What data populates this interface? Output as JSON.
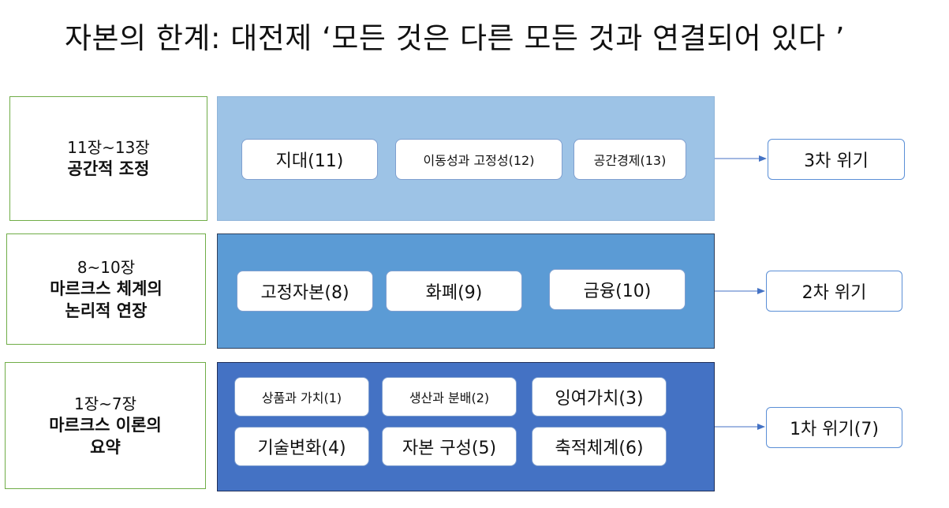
{
  "title": "자본의 한계: 대전제 ‘모든 것은 다른 모든 것과 연결되어 있다 ’",
  "rows": [
    {
      "range": "11장~13장",
      "name_lines": [
        "공간적 조정"
      ],
      "items": [
        "지대(11)",
        "이동성과 고정성(12)",
        "공간경제(13)"
      ],
      "crisis": "3차 위기"
    },
    {
      "range": "8~10장",
      "name_lines": [
        "마르크스 체계의",
        "논리적 연장"
      ],
      "items": [
        "고정자본(8)",
        "화폐(9)",
        "금융(10)"
      ],
      "crisis": "2차 위기"
    },
    {
      "range": "1장~7장",
      "name_lines": [
        "마르크스 이론의",
        "요약"
      ],
      "items": [
        "상품과 가치(1)",
        "생산과 분배(2)",
        "잉여가치(3)",
        "기술변화(4)",
        "자본 구성(5)",
        "축적체계(6)"
      ],
      "crisis": "1차 위기(7)"
    }
  ],
  "colors": {
    "label_border": "#70ad47",
    "band_top": "#9dc3e6",
    "band_middle": "#5b9bd5",
    "band_bottom": "#4472c4",
    "arrow": "#4472c4"
  }
}
